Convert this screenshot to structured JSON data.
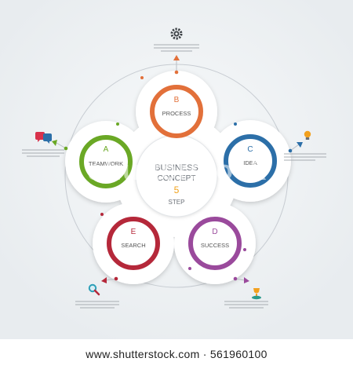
{
  "center": {
    "line1": "BUSINESS",
    "line2": "CONCEPT",
    "number": "5",
    "line3": "STEP"
  },
  "steps": [
    {
      "letter": "B",
      "label": "PROCESS",
      "color": "#e2703a"
    },
    {
      "letter": "C",
      "label": "IDEA",
      "color": "#2c6fa8"
    },
    {
      "letter": "D",
      "label": "SUCCESS",
      "color": "#9a4a9c"
    },
    {
      "letter": "E",
      "label": "SEARCH",
      "color": "#b5283a"
    },
    {
      "letter": "A",
      "label": "TEAMWORK",
      "color": "#6aa825"
    }
  ],
  "icons": {
    "top": "gear-icon",
    "right": "lightbulb-icon",
    "bottom_right": "trophy-icon",
    "bottom_left": "magnifier-icon",
    "left": "speech-bubbles-icon"
  },
  "watermark": "shutterstock",
  "footer": "www.shutterstock.com · 561960100"
}
